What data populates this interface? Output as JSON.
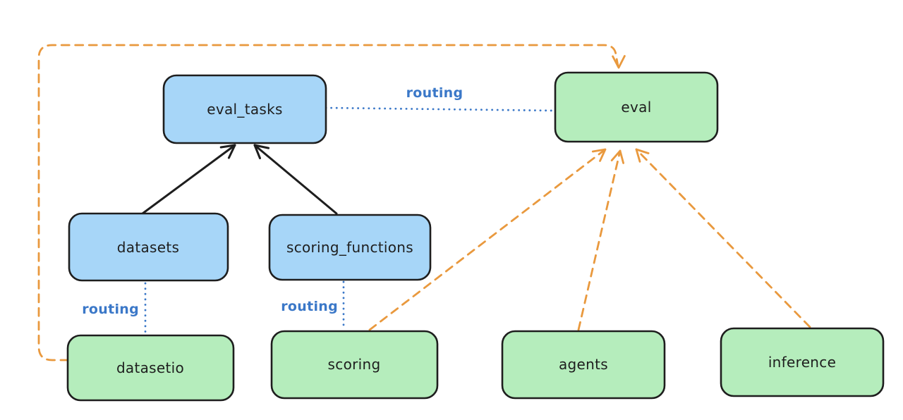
{
  "colors": {
    "background": "#ffffff",
    "outline": "#1e1e1e",
    "blue_fill": "#a7d6f8",
    "green_fill": "#b5edbc",
    "blue": "#3b78c8",
    "orange": "#e9993e"
  },
  "nodes": [
    {
      "id": "eval_tasks",
      "label": "eval_tasks",
      "kind": "blue-resource"
    },
    {
      "id": "eval",
      "label": "eval",
      "kind": "green-api"
    },
    {
      "id": "datasets",
      "label": "datasets",
      "kind": "blue-resource"
    },
    {
      "id": "scoring_functions",
      "label": "scoring_functions",
      "kind": "blue-resource"
    },
    {
      "id": "datasetio",
      "label": "datasetio",
      "kind": "green-api"
    },
    {
      "id": "scoring",
      "label": "scoring",
      "kind": "green-api"
    },
    {
      "id": "agents",
      "label": "agents",
      "kind": "green-api"
    },
    {
      "id": "inference",
      "label": "inference",
      "kind": "green-api"
    }
  ],
  "edges": [
    {
      "from": "datasets",
      "to": "eval_tasks",
      "style": "solid-black-arrow",
      "label": ""
    },
    {
      "from": "scoring_functions",
      "to": "eval_tasks",
      "style": "solid-black-arrow",
      "label": ""
    },
    {
      "from": "eval_tasks",
      "to": "eval",
      "style": "dotted-blue",
      "label": "routing"
    },
    {
      "from": "datasets",
      "to": "datasetio",
      "style": "dotted-blue",
      "label": "routing"
    },
    {
      "from": "scoring_functions",
      "to": "scoring",
      "style": "dotted-blue",
      "label": "routing"
    },
    {
      "from": "scoring",
      "to": "eval",
      "style": "dashed-orange-arrow",
      "label": ""
    },
    {
      "from": "agents",
      "to": "eval",
      "style": "dashed-orange-arrow",
      "label": ""
    },
    {
      "from": "inference",
      "to": "eval",
      "style": "dashed-orange-arrow",
      "label": ""
    },
    {
      "from": "datasetio",
      "to": "eval",
      "style": "dashed-orange-arrow",
      "label": ""
    }
  ]
}
